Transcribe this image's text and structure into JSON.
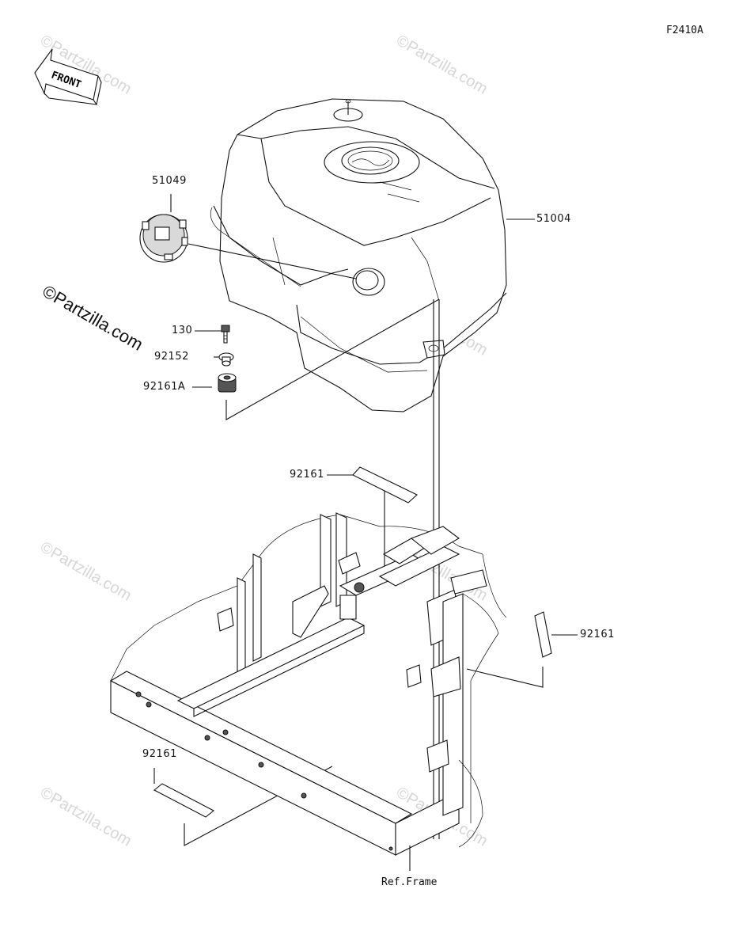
{
  "figure_code": "F2410A",
  "front_arrow_text": "FRONT",
  "watermark": {
    "main": "©Partzilla.com",
    "faint": "©Partzilla.com"
  },
  "parts": {
    "fuel_tank": "51004",
    "fuel_cap": "51049",
    "bolt": "130",
    "collar": "92152",
    "damper_a": "92161A",
    "pad_upper": "92161",
    "pad_right": "92161",
    "pad_lower": "92161"
  },
  "ref_frame": "Ref.Frame"
}
